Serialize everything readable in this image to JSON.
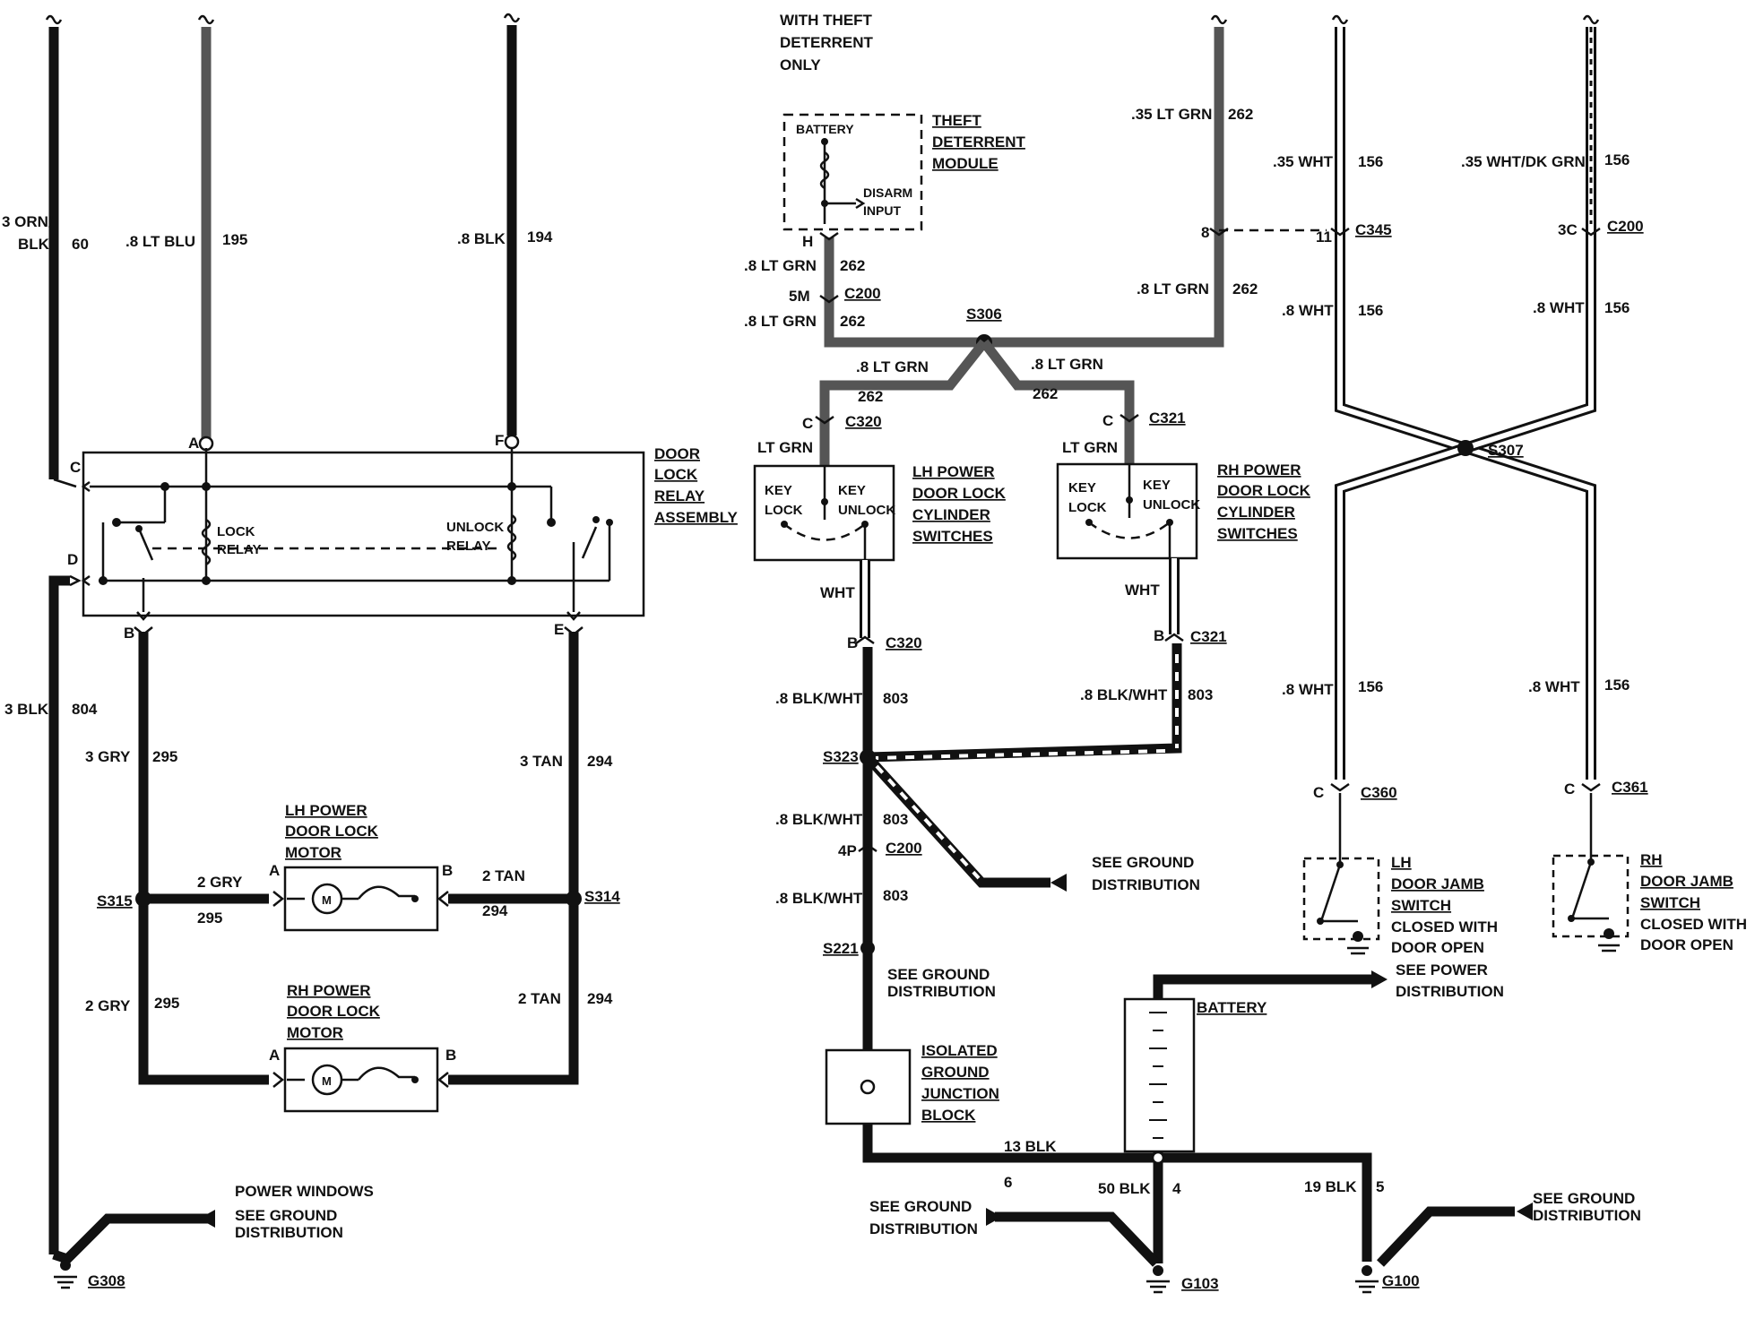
{
  "header": {
    "theft_note_1": "WITH THEFT",
    "theft_note_2": "DETERRENT",
    "theft_note_3": "ONLY"
  },
  "components": {
    "door_lock_relay_assembly": [
      "DOOR",
      "LOCK",
      "RELAY",
      "ASSEMBLY"
    ],
    "lock_relay": [
      "LOCK",
      "RELAY"
    ],
    "unlock_relay": [
      "UNLOCK",
      "RELAY"
    ],
    "lh_motor": [
      "LH POWER",
      "DOOR LOCK",
      "MOTOR"
    ],
    "rh_motor": [
      "RH POWER",
      "DOOR LOCK",
      "MOTOR"
    ],
    "theft_module": [
      "THEFT",
      "DETERRENT",
      "MODULE"
    ],
    "battery_label": "BATTERY",
    "disarm_input": [
      "DISARM",
      "INPUT"
    ],
    "lh_cylinder": [
      "LH POWER",
      "DOOR LOCK",
      "CYLINDER",
      "SWITCHES"
    ],
    "rh_cylinder": [
      "RH POWER",
      "DOOR LOCK",
      "CYLINDER",
      "SWITCHES"
    ],
    "key_lock": [
      "KEY",
      "LOCK"
    ],
    "key_unlock": [
      "KEY",
      "UNLOCK"
    ],
    "isolated_ground": [
      "ISOLATED",
      "GROUND",
      "JUNCTION",
      "BLOCK"
    ],
    "main_battery": "BATTERY",
    "lh_jamb": [
      "LH",
      "DOOR JAMB",
      "SWITCH",
      "CLOSED WITH",
      "DOOR OPEN"
    ],
    "rh_jamb": [
      "RH",
      "DOOR JAMB",
      "SWITCH",
      "CLOSED WITH",
      "DOOR OPEN"
    ]
  },
  "wires": {
    "orn_blk_1": "3 ORN/",
    "orn_blk_2": "BLK",
    "orn_blk_circuit": "60",
    "lt_blu": ".8 LT BLU",
    "lt_blu_circuit": "195",
    "blk_194": ".8 BLK",
    "blk_194_circuit": "194",
    "blk_804": "3 BLK",
    "blk_804_circuit": "804",
    "gry_295": "3 GRY",
    "gry_295_circuit": "295",
    "tan_294": "3 TAN",
    "tan_294_circuit": "294",
    "gry2_a": "2 GRY",
    "gry2_a_circuit": "295",
    "tan2_a": "2 TAN",
    "tan2_a_circuit": "294",
    "gry2_b": "2 GRY",
    "gry2_b_circuit": "295",
    "tan2_b": "2 TAN",
    "tan2_b_circuit": "294",
    "ltgrn_35": ".35 LT GRN",
    "ltgrn_35_circuit": "262",
    "ltgrn_h": ".8 LT GRN",
    "ltgrn_h_circuit": "262",
    "ltgrn_c200": ".8 LT GRN",
    "ltgrn_c200_circuit": "262",
    "ltgrn_8": ".8 LT GRN",
    "ltgrn_8_circuit": "262",
    "ltgrn_left": ".8 LT GRN",
    "ltgrn_left_circuit": "262",
    "ltgrn_right": ".8 LT GRN",
    "ltgrn_right_circuit": "262",
    "lt_grn_lh": "LT GRN",
    "lt_grn_rh": "LT GRN",
    "wht_lh": "WHT",
    "wht_rh": "WHT",
    "blkwht_lh": ".8 BLK/WHT",
    "blkwht_lh_circuit": "803",
    "blkwht_rh": ".8 BLK/WHT",
    "blkwht_rh_circuit": "803",
    "blkwht_s323": ".8 BLK/WHT",
    "blkwht_s323_circuit": "803",
    "blkwht_c200": ".8 BLK/WHT",
    "blkwht_c200_circuit": "803",
    "wht35_a": ".35 WHT",
    "wht35_a_circuit": "156",
    "wht35_dkgrn": ".35 WHT/DK GRN",
    "wht35_dkgrn_circuit": "156",
    "wht8_a": ".8 WHT",
    "wht8_a_circuit": "156",
    "wht8_b": ".8 WHT",
    "wht8_b_circuit": "156",
    "wht8_c": ".8 WHT",
    "wht8_c_circuit": "156",
    "wht8_d": ".8 WHT",
    "wht8_d_circuit": "156",
    "blk13": "13 BLK",
    "blk50": "50 BLK",
    "blk19": "19 BLK",
    "num6": "6",
    "num4": "4",
    "num5": "5"
  },
  "connectors": {
    "pin_a": "A",
    "pin_f": "F",
    "pin_c": "C",
    "pin_d": "D",
    "pin_b": "B",
    "pin_e": "E",
    "motor_lh_a": "A",
    "motor_lh_b": "B",
    "motor_rh_a": "A",
    "motor_rh_b": "B",
    "h": "H",
    "c200_5m": "5M",
    "c200_label": "C200",
    "c320_c": "C",
    "c320_label": "C320",
    "c321_c": "C",
    "c321_label": "C321",
    "c320_b": "B",
    "c320_b_label": "C320",
    "c321_b": "B",
    "c321_b_label": "C321",
    "c200_4p": "4P",
    "c200_4p_label": "C200",
    "c345_8": "8",
    "c345_11": "11",
    "c345_label": "C345",
    "c200_3c": "3C",
    "c200_3c_label": "C200",
    "c360_c": "C",
    "c360_label": "C360",
    "c361_c": "C",
    "c361_label": "C361"
  },
  "splices": {
    "s315": "S315",
    "s314": "S314",
    "s306": "S306",
    "s323": "S323",
    "s221": "S221",
    "s307": "S307"
  },
  "grounds": {
    "g308": "G308",
    "g103": "G103",
    "g100": "G100"
  },
  "notes": {
    "power_windows": "POWER WINDOWS",
    "see_ground_1": "SEE GROUND",
    "distribution_1": "DISTRIBUTION",
    "see_ground_2": "SEE GROUND",
    "distribution_2": "DISTRIBUTION",
    "see_ground_3": "SEE GROUND",
    "distribution_3": "DISTRIBUTION",
    "see_ground_4": "SEE GROUND",
    "distribution_4": "DISTRIBUTION",
    "see_ground_5": "SEE GROUND",
    "distribution_5": "DISTRIBUTION",
    "see_power": "SEE POWER",
    "power_distribution": "DISTRIBUTION"
  }
}
